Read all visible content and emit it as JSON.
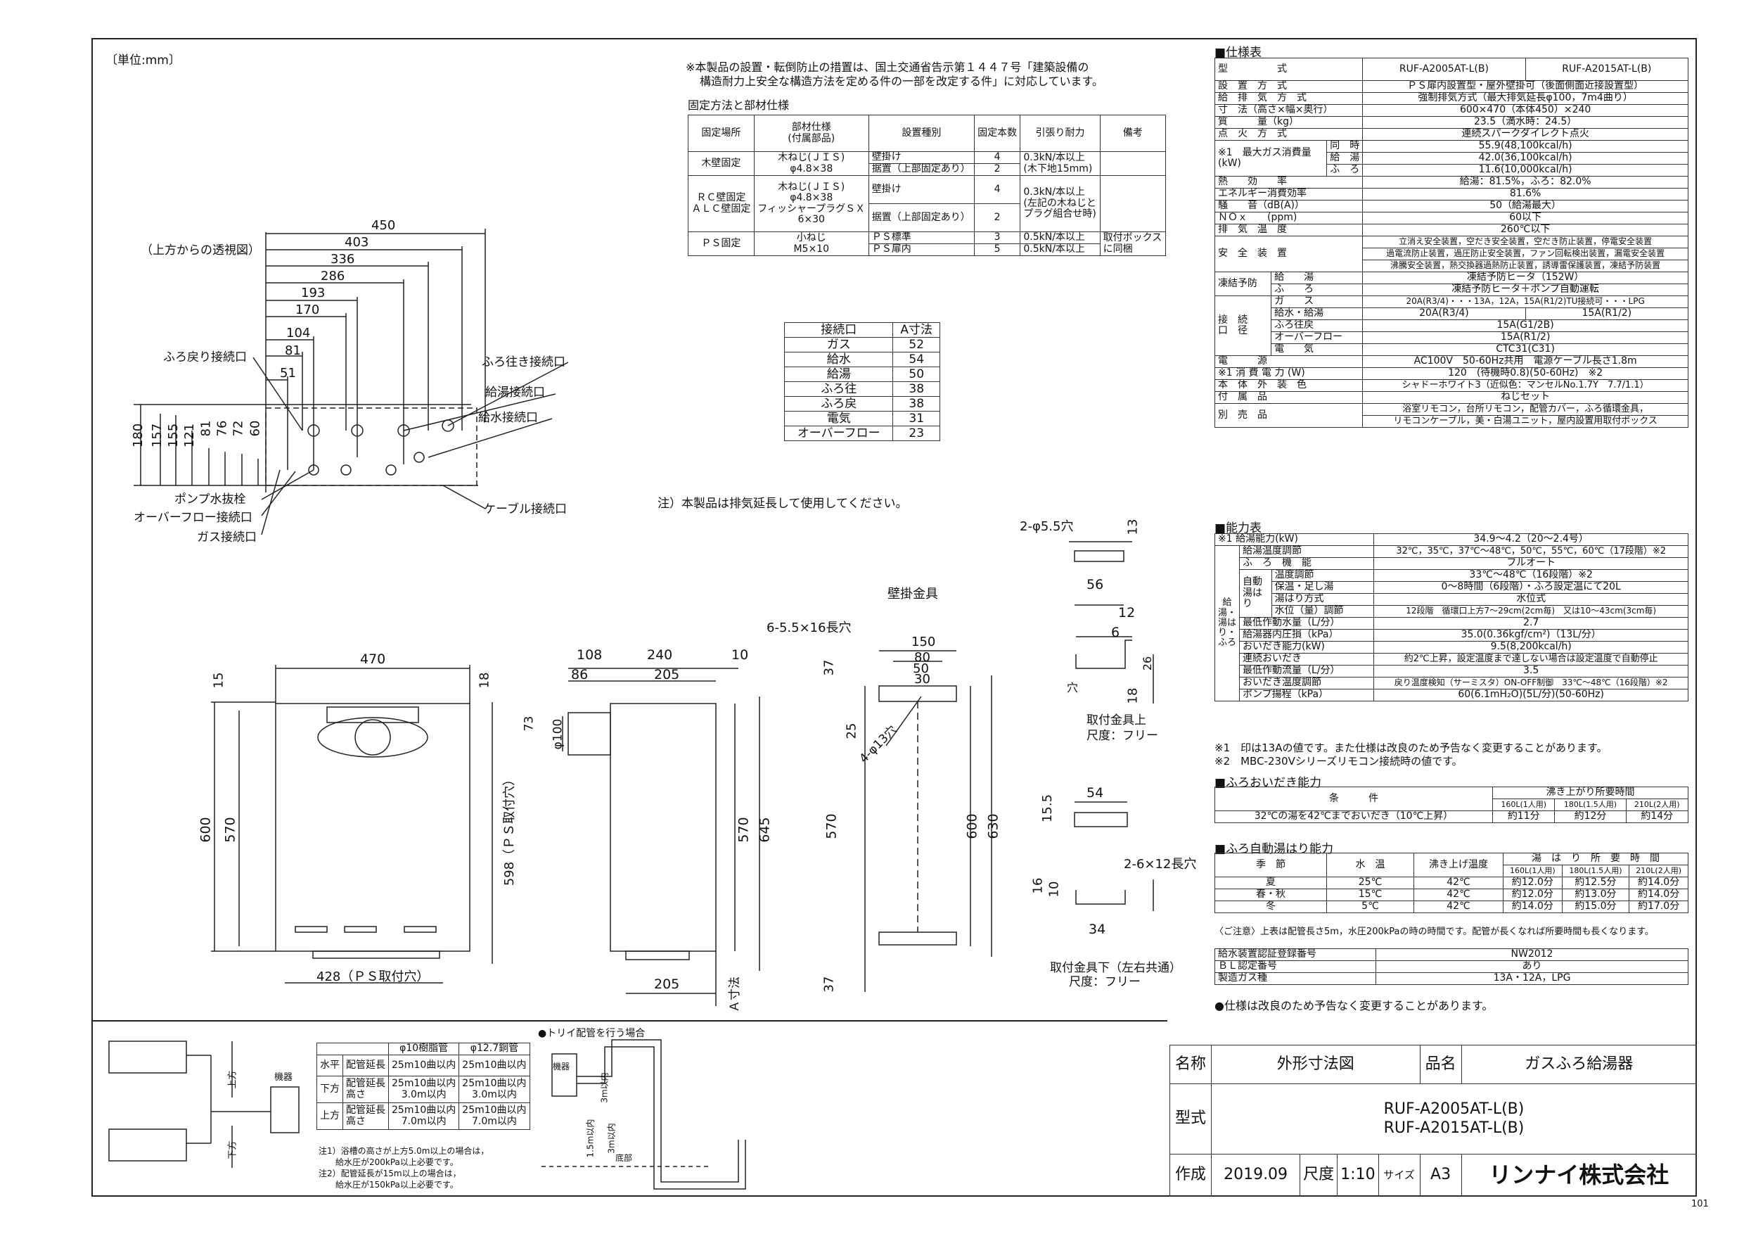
{
  "unit_label": "〔単位:mm〕",
  "notice": {
    "line1": "※本製品の設置・転倒防止の措置は、国土交通省告示第１４４７号「建築設備の",
    "line2": "構造耐力上安全な構造方法を定める件の一部を改定する件」に対応しています。"
  },
  "fixing": {
    "title": "固定方法と部材仕様",
    "headers": [
      "固定場所",
      "部材仕様\n(付属部品)",
      "設置種別",
      "固定本数",
      "引張り耐力",
      "備考"
    ],
    "rows": [
      {
        "place": "木壁固定",
        "material": "木ねじ(ＪＩＳ)\nφ4.8×38",
        "type1": "壁掛け",
        "n1": "4",
        "type2": "据置（上部固定あり）",
        "n2": "2",
        "strength": "0.3kN/本以上\n(木下地15mm)",
        "note": ""
      },
      {
        "place": "ＲＣ壁固定\nＡＬＣ壁固定",
        "material": "木ねじ(ＪＩＳ)\nφ4.8×38\nフィッシャープラグＳＸ\n6×30",
        "type1": "壁掛け",
        "n1": "4",
        "type2": "据置（上部固定あり）",
        "n2": "2",
        "strength": "0.3kN/本以上\n(左記の木ねじと\nプラグ組合せ時)",
        "note": ""
      },
      {
        "place": "ＰＳ固定",
        "material": "小ねじ\nM5×10",
        "type1": "ＰＳ標準",
        "n1": "3",
        "type2": "ＰＳ扉内",
        "n2": "5",
        "strength": "0.5kN/本以上",
        "strength2": "0.5kN/本以上",
        "note": "取付ボックス\nに同梱"
      }
    ]
  },
  "connection_table": {
    "headers": [
      "接続口",
      "A寸法"
    ],
    "rows": [
      [
        "ガス",
        "52"
      ],
      [
        "給水",
        "54"
      ],
      [
        "給湯",
        "50"
      ],
      [
        "ふろ往",
        "38"
      ],
      [
        "ふろ戻",
        "38"
      ],
      [
        "電気",
        "31"
      ],
      [
        "オーバーフロー",
        "23"
      ]
    ]
  },
  "exhaust_note": "注）本製品は排気延長して使用してください。",
  "top_view": {
    "title": "（上方からの透視図）",
    "dims_h": [
      "450",
      "403",
      "336",
      "286",
      "193",
      "170",
      "104",
      "81",
      "51"
    ],
    "dims_v": [
      "180",
      "157",
      "155",
      "121",
      "81",
      "76",
      "72",
      "60"
    ],
    "labels_left": [
      "ふろ戻り接続口",
      "ポンプ水抜栓",
      "オーバーフロー接続口",
      "ガス接続口"
    ],
    "labels_right": [
      "ふろ往き接続口",
      "給湯接続口",
      "給水接続口",
      "ケーブル接続口"
    ]
  },
  "front_view": {
    "w": "470",
    "w_ps": "428（ＰＳ取付穴）",
    "h1": "600",
    "h2": "570",
    "h3": "598（ＰＳ取付穴）",
    "top1": "15",
    "top2": "18"
  },
  "side_view": {
    "d1": "108",
    "d2": "86",
    "d3": "240",
    "d4": "205",
    "d5": "10",
    "h1": "570",
    "h2": "645",
    "pipe": "φ100",
    "pipe_off": "73",
    "bottom": "205",
    "a_label": "Ａ寸法"
  },
  "bracket": {
    "title": "壁掛金具",
    "slot_label": "6-5.5×16長穴",
    "hole_label": "4-φ13穴",
    "dims": [
      "150",
      "80",
      "50",
      "30",
      "37",
      "25",
      "570",
      "600",
      "630",
      "37"
    ],
    "upper": {
      "hole": "2-φ5.5穴",
      "d1": "13",
      "d2": "56",
      "d3": "12",
      "d4": "6",
      "d5": "26",
      "d6": "18",
      "hole_label": "穴",
      "name": "取付金具上",
      "scale": "尺度：フリー"
    },
    "lower": {
      "d1": "15.5",
      "d2": "54",
      "slot": "2-6×12長穴",
      "d3": "16",
      "d4": "10",
      "d5": "34",
      "name": "取付金具下（左右共通）",
      "scale": "尺度：フリー"
    }
  },
  "spec": {
    "title": "■仕様表",
    "model_label": "型　　　　　式",
    "models": [
      "RUF-A2005AT-L(B)",
      "RUF-A2015AT-L(B)"
    ],
    "rows": [
      [
        "設　置　方　式",
        "ＰＳ扉内設置型・屋外壁掛可（後面側面近接設置型）"
      ],
      [
        "給　排　気　方　式",
        "強制排気方式（最大排気延長φ100，7m4曲り）"
      ],
      [
        "寸　法（高さ×幅×奥行）",
        "600×470（本体450）×240"
      ],
      [
        "質　　　量（kg）",
        "23.5（満水時：24.5）"
      ],
      [
        "点　火　方　式",
        "連続スパークダイレクト点火"
      ]
    ],
    "gas": {
      "label": "※1　最大ガス消費量\n(kW)",
      "rows": [
        [
          "同　時",
          "55.9(48,100kcal/h)"
        ],
        [
          "給　湯",
          "42.0(36,100kcal/h)"
        ],
        [
          "ふ　ろ",
          "11.6(10,000kcal/h)"
        ]
      ]
    },
    "rows2": [
      [
        "熱　　効　　率",
        "給湯：81.5%，ふろ：82.0%"
      ],
      [
        "エネルギー消費効率",
        "81.6%"
      ],
      [
        "騒　　音（dB(A)）",
        "50（給湯最大）"
      ],
      [
        "ＮＯｘ　　(ppm)",
        "60以下"
      ],
      [
        "排　気　温　度",
        "260℃以下"
      ]
    ],
    "safety": {
      "label": "安　全　装　置",
      "lines": [
        "立消え安全装置，空だき安全装置，空だき防止装置，停電安全装置",
        "過電流防止装置，過圧防止安全装置，ファン回転検出装置，漏電安全装置",
        "沸騰安全装置，熱交換器過熱防止装置，誘導雷保護装置，凍結予防装置"
      ]
    },
    "freeze": {
      "label": "凍結予防",
      "rows": [
        [
          "給　　湯",
          "凍結予防ヒータ（152W）"
        ],
        [
          "ふ　　ろ",
          "凍結予防ヒータ＋ポンプ自動運転"
        ]
      ]
    },
    "conn": {
      "label": "接　続\n口　径",
      "gas": [
        "ガ　　ス",
        "20A(R3/4)・・・13A，12A，15A(R1/2)TU接続可・・・LPG"
      ],
      "water": [
        "給水・給湯",
        "20A(R3/4)",
        "15A(R1/2)"
      ],
      "bath": [
        "ふろ往戻",
        "15A(G1/2B)"
      ],
      "overflow": [
        "オーバーフロー",
        "15A(R1/2)"
      ],
      "elec": [
        "電　　気",
        "CTC31(C31)"
      ]
    },
    "rows3": [
      [
        "電　　　源",
        "AC100V　50-60Hz共用　電源ケーブル長さ1.8m"
      ],
      [
        "※1 消 費 電 力 (W)",
        "120　(待機時0.8)(50-60Hz)　※2"
      ],
      [
        "本　体　外　装　色",
        "シャドーホワイト3（近似色：マンセルNo.1.7Y　7.7/1.1）"
      ],
      [
        "付　属　品",
        "ねじセット"
      ]
    ],
    "sold": {
      "label": "別　売　品",
      "lines": [
        "浴室リモコン，台所リモコン，配管カバー，ふろ循環金具，",
        "リモコンケーブル，美・白湯ユニット，屋内設置用取付ボックス"
      ]
    }
  },
  "capacity": {
    "title": "■能力表",
    "rows": [
      [
        "※1 給湯能力(kW)",
        "34.9～4.2（20～2.4号）"
      ],
      [
        "給湯温度調節",
        "32℃，35℃，37℃～48℃，50℃，55℃，60℃（17段階）※2"
      ],
      [
        "ふ　ろ　機　能",
        "フルオート"
      ],
      [
        "温度調節",
        "33℃～48℃（16段階）※2"
      ],
      [
        "保温・足し湯",
        "0～8時間（6段階）・ふろ設定温にて20L"
      ],
      [
        "湯はり方式",
        "水位式"
      ],
      [
        "水位（量）調節",
        "12段階　循環口上方7～29cm(2cm毎)　又は10～43cm(3cm毎)"
      ],
      [
        "最低作動水量（L/分）",
        "2.7"
      ],
      [
        "給湯器内圧損（kPa）",
        "35.0(0.36kgf/cm²)（13L/分）"
      ],
      [
        "おいだき能力(kW)",
        "9.5(8,200kcal/h)"
      ],
      [
        "連続おいだき",
        "約2℃上昇，設定温度まで達しない場合は設定温度で自動停止"
      ],
      [
        "最低作動流量（L/分）",
        "3.5"
      ],
      [
        "おいだき温度調節",
        "戻り温度検知（サーミスタ）ON-OFF制御　33℃～48℃（16段階）※2"
      ],
      [
        "ポンプ揚程（kPa）",
        "60(6.1mH₂O)(5L/分)(50-60Hz)"
      ]
    ],
    "side1": "給湯・湯はり・ふろ",
    "side2": "自動\n湯はり",
    "notes": [
      "※1　印は13Aの値です。また仕様は改良のため予告なく変更することがあります。",
      "※2　MBC-230Vシリーズリモコン接続時の値です。"
    ]
  },
  "oidaki": {
    "title": "■ふろおいだき能力",
    "header_cond": "条　　　件",
    "header_time": "沸き上がり所要時間",
    "cols": [
      "160L(1人用)",
      "180L(1.5人用)",
      "210L(2人用)"
    ],
    "row": [
      "32℃の湯を42℃までおいだき（10℃上昇）",
      "約11分",
      "約12分",
      "約14分"
    ]
  },
  "yuhari": {
    "title": "■ふろ自動湯はり能力",
    "headers": [
      "季　節",
      "水　温",
      "沸き上げ温度",
      "湯　は　り　所　要　時　間"
    ],
    "cols": [
      "160L(1人用)",
      "180L(1.5人用)",
      "210L(2人用)"
    ],
    "rows": [
      [
        "夏",
        "25℃",
        "42℃",
        "約12.0分",
        "約12.5分",
        "約14.0分"
      ],
      [
        "春・秋",
        "15℃",
        "42℃",
        "約12.0分",
        "約13.0分",
        "約14.0分"
      ],
      [
        "冬",
        "5℃",
        "42℃",
        "約14.0分",
        "約15.0分",
        "約17.0分"
      ]
    ],
    "note": "〈ご注意〉上表は配管長さ5m，水圧200kPaの時の時間です。配管が長くなれば所要時間も長くなります。"
  },
  "cert": {
    "rows": [
      [
        "給水装置認証登録番号",
        "NW2012"
      ],
      [
        "ＢＬ認定番号",
        "あり"
      ],
      [
        "製造ガス種",
        "13A・12A，LPG"
      ]
    ],
    "note": "●仕様は改良のため予告なく変更することがあります。"
  },
  "piping": {
    "headers": [
      "",
      "",
      "φ10樹脂管",
      "φ12.7銅管"
    ],
    "rows": [
      [
        "水平",
        "配管延長",
        "25m10曲以内",
        "25m10曲以内"
      ],
      [
        "下方",
        "配管延長\n高さ",
        "25m10曲以内\n3.0m以内",
        "25m10曲以内\n3.0m以内"
      ],
      [
        "上方",
        "配管延長\n高さ",
        "25m10曲以内\n7.0m以内",
        "25m10曲以内\n7.0m以内"
      ]
    ],
    "notes": [
      "注1）浴槽の高さが上方5.0m以上の場合は，",
      "　　給水圧が200kPa以上必要です。",
      "注2）配管延長が15m以上の場合は，",
      "　　給水圧が150kPa以上必要です。"
    ],
    "labels": {
      "up": "上方",
      "down": "下方",
      "heater": "機器"
    },
    "trap": {
      "title": "●トリイ配管を行う場合",
      "l1": "3m以内",
      "l2": "1.5m以内",
      "l3": "3m以内",
      "heater": "機器",
      "bottom": "底部"
    }
  },
  "title_block": {
    "name_label": "名称",
    "name": "外形寸法図",
    "product_label": "品名",
    "product": "ガスふろ給湯器",
    "model_label": "型式",
    "models": [
      "RUF-A2005AT-L(B)",
      "RUF-A2015AT-L(B)"
    ],
    "made_label": "作成",
    "date": "2019.09",
    "scale_label": "尺度",
    "scale": "1:10",
    "size_label": "サイズ",
    "size": "A3",
    "company": "リンナイ株式会社"
  },
  "page_no": "101"
}
